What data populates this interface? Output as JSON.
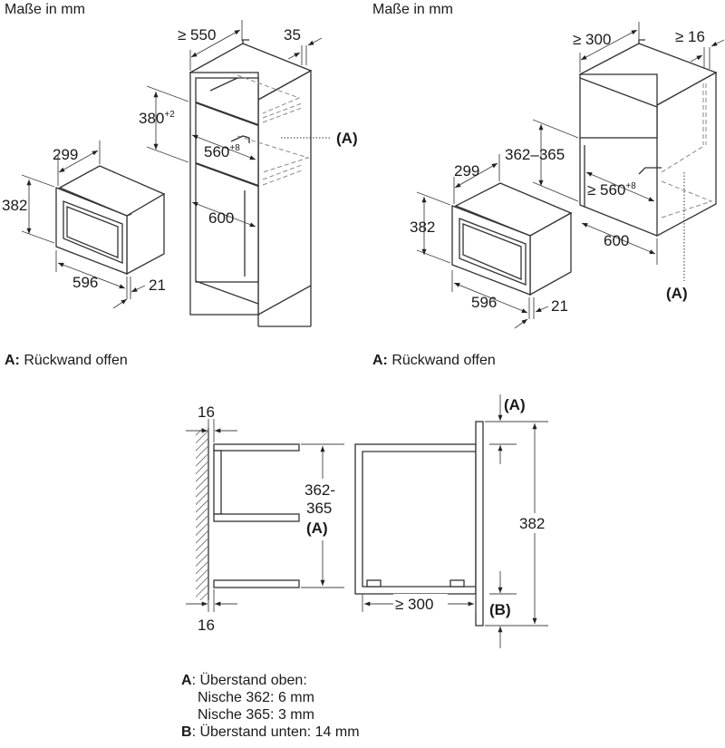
{
  "left_panel": {
    "title": "Maße in mm",
    "dims": {
      "width_550": "≥ 550",
      "d35": "35",
      "h380": "380",
      "h380_tol": "+2",
      "w560": "560",
      "w560_tol": "+8",
      "d600": "600",
      "d299": "299",
      "h382": "382",
      "w596": "596",
      "d21": "21",
      "label_a": "(A)"
    },
    "caption_key": "A:",
    "caption_text": " Rückwand offen"
  },
  "right_panel": {
    "title": "Maße in mm",
    "dims": {
      "d300": "≥ 300",
      "d16": "≥ 16",
      "h362": "362–365",
      "d299": "299",
      "w560": "≥ 560",
      "w560_tol": "+8",
      "h382": "382",
      "d600": "600",
      "w596": "596",
      "d21": "21",
      "label_a": "(A)"
    },
    "caption_key": "A:",
    "caption_text": " Rückwand offen"
  },
  "section": {
    "d16_top": "16",
    "d16_bottom": "16",
    "h362_line1": "362-",
    "h362_line2": "365",
    "h362_label": "(A)",
    "d300": "≥ 300",
    "label_a": "(A)",
    "label_b": "(B)",
    "h382": "382"
  },
  "notes": {
    "a_key": "A",
    "a_text": ": Überstand oben:",
    "niche362": "Nische 362: 6 mm",
    "niche365": "Nische 365: 3 mm",
    "b_key": "B",
    "b_text": ": Überstand unten: 14 mm"
  }
}
